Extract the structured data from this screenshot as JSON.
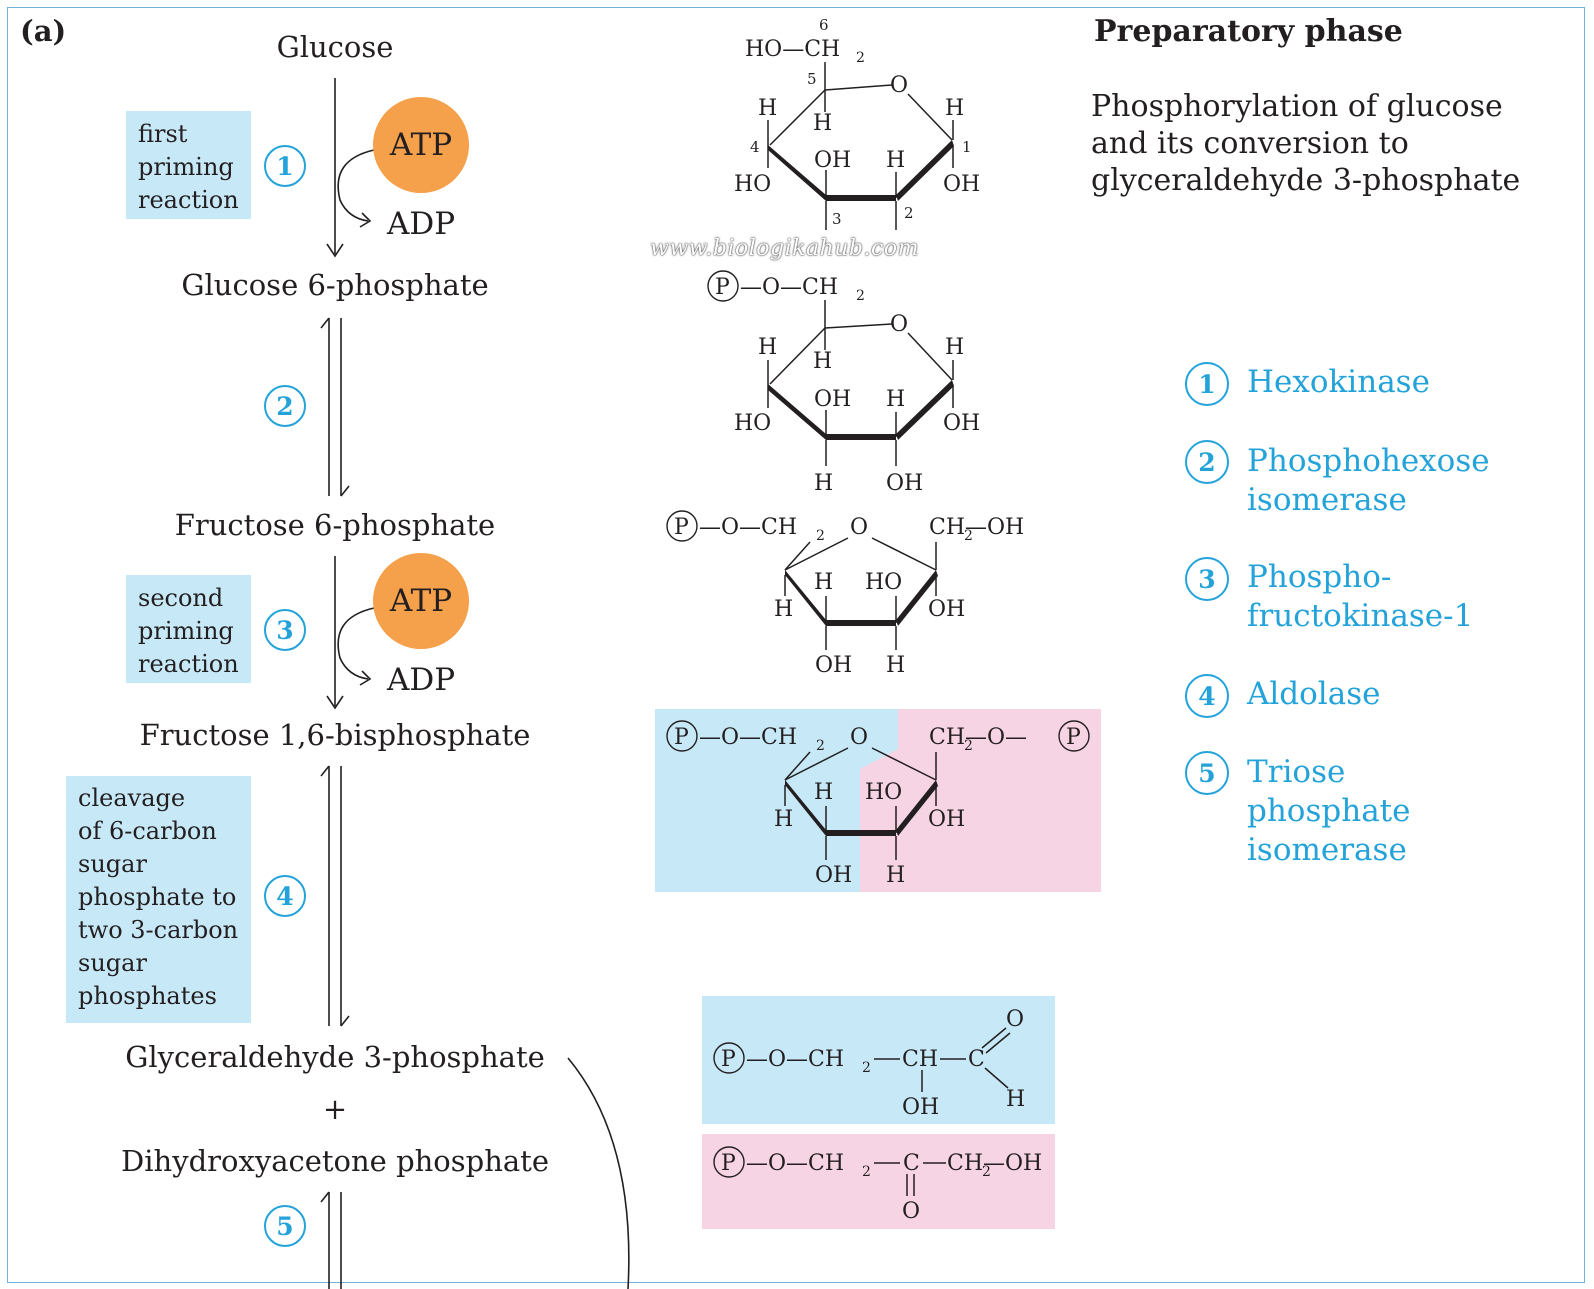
{
  "panel_label": "(a)",
  "heading": "Preparatory phase",
  "description": [
    "Phosphorylation of glucose",
    "and its conversion to",
    "glyceraldehyde 3-phosphate"
  ],
  "compounds": {
    "glucose": "Glucose",
    "g6p": "Glucose 6-phosphate",
    "f6p": "Fructose 6-phosphate",
    "f16bp": "Fructose 1,6-bisphosphate",
    "g3p": "Glyceraldehyde 3-phosphate",
    "plus": "+",
    "dhap": "Dihydroxyacetone phosphate"
  },
  "cofactors": {
    "atp": "ATP",
    "adp": "ADP"
  },
  "notes": {
    "first_priming": [
      "first",
      "priming",
      "reaction"
    ],
    "second_priming": [
      "second",
      "priming",
      "reaction"
    ],
    "cleavage": [
      "cleavage",
      "of 6-carbon",
      "sugar",
      "phosphate to",
      "two 3-carbon",
      "sugar",
      "phosphates"
    ]
  },
  "steps": [
    "1",
    "2",
    "3",
    "4",
    "5"
  ],
  "enzymes": [
    {
      "number": "1",
      "lines": [
        "Hexokinase"
      ]
    },
    {
      "number": "2",
      "lines": [
        "Phosphohexose",
        "isomerase"
      ]
    },
    {
      "number": "3",
      "lines": [
        "Phospho-",
        "fructokinase-1"
      ]
    },
    {
      "number": "4",
      "lines": [
        "Aldolase"
      ]
    },
    {
      "number": "5",
      "lines": [
        "Triose",
        "phosphate",
        "isomerase"
      ]
    }
  ],
  "watermark": "www.biologikahub.com",
  "structure_labels": {
    "P": "P",
    "O": "O",
    "H": "H",
    "OH": "OH",
    "HO": "HO",
    "CH": "CH",
    "C": "C",
    "CH2": "CH",
    "sub2": "2",
    "HO_CH2": "HO—CH",
    "P_O_CH2": "—O—CH",
    "CH2_OH": "CH—OH",
    "CH2_O": "CH—O—",
    "carbon_numbers": [
      "1",
      "2",
      "3",
      "4",
      "5",
      "6"
    ]
  },
  "colors": {
    "accent": "#23a3d9",
    "atp": "#f5a04a",
    "blue_box": "#c7e8f7",
    "pink_box": "#f7d4e3"
  }
}
